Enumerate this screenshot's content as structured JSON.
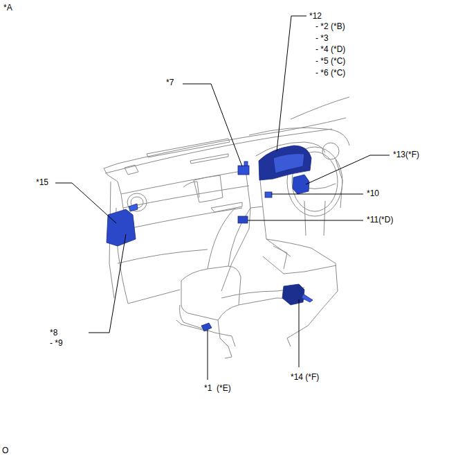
{
  "diagram": {
    "labels": [
      "*A",
      "*12",
      "- *2 (*B)",
      "- *3",
      "- *4 (*D)",
      "- *5 (*C)",
      "- *6 (*C)",
      "*7",
      "*13(*F)",
      "*15",
      "*10",
      "*11(*D)",
      "*8",
      "- *9",
      "*14 (*F)",
      "*1  (*E)",
      "O"
    ]
  }
}
